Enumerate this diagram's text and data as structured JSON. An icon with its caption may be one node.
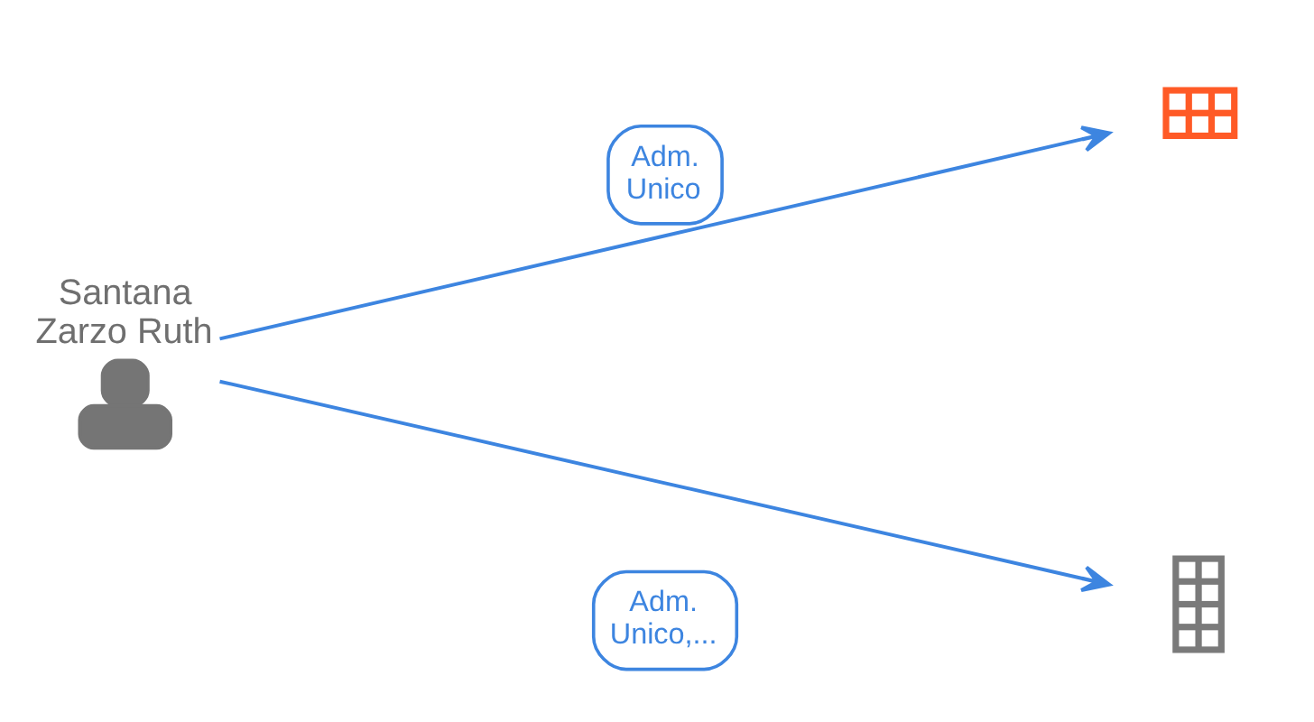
{
  "diagram": {
    "nodes": [
      {
        "text": [
          "Santana Zarzo Ruth"
        ]
      },
      {
        "text": [],
        "shape": "picture"
      },
      {
        "text": [],
        "shape": "picture"
      }
    ],
    "edges": [
      {
        "from": 0,
        "to": 1,
        "arrow": "to",
        "label": "Adm. Unico"
      },
      {
        "from": 0,
        "to": 2,
        "arrow": "to",
        "label": "Adm. Unico,..."
      }
    ]
  }
}
